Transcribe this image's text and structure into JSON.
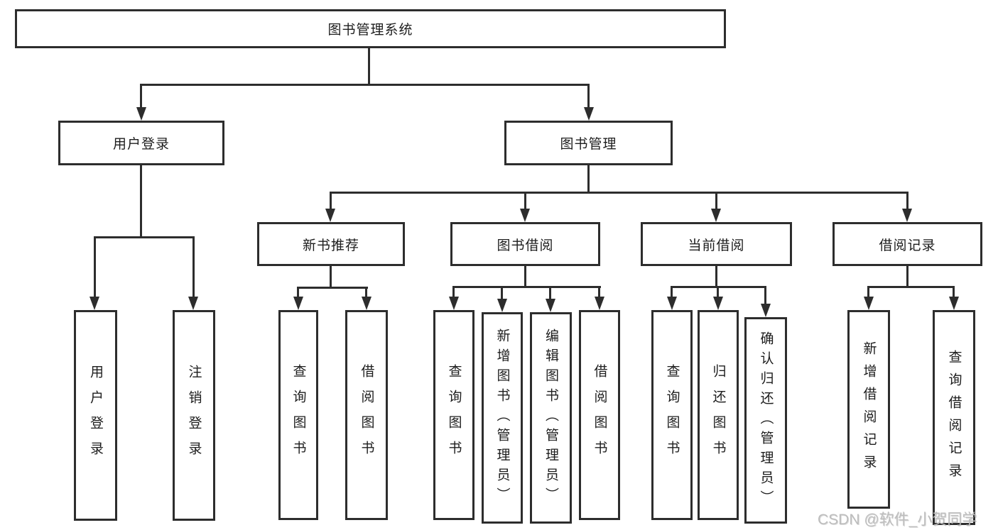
{
  "diagram": {
    "kind": "functional-structure-chart",
    "title": "图书管理系统"
  },
  "colors": {
    "line": "#2d2d2d",
    "box_border": "#2d2d2d",
    "box_fill": "#ffffff",
    "text": "#1d1d1d",
    "watermark": "#bdbdbd",
    "background": "#ffffff"
  },
  "tree": {
    "label": "图书管理系统",
    "children": [
      {
        "label": "用户登录",
        "children": [
          {
            "label": "用户登录"
          },
          {
            "label": "注销登录"
          }
        ]
      },
      {
        "label": "图书管理",
        "children": [
          {
            "label": "新书推荐",
            "children": [
              {
                "label": "查询图书"
              },
              {
                "label": "借阅图书"
              }
            ]
          },
          {
            "label": "图书借阅",
            "children": [
              {
                "label": "查询图书"
              },
              {
                "label": "新增图书（管理员）"
              },
              {
                "label": "编辑图书（管理员）"
              },
              {
                "label": "借阅图书"
              }
            ]
          },
          {
            "label": "当前借阅",
            "children": [
              {
                "label": "查询图书"
              },
              {
                "label": "归还图书"
              },
              {
                "label": "确认归还（管理员）"
              }
            ]
          },
          {
            "label": "借阅记录",
            "children": [
              {
                "label": "新增借阅记录"
              },
              {
                "label": "查询借阅记录"
              }
            ]
          }
        ]
      }
    ]
  },
  "watermark": {
    "text": "CSDN @软件_小贺同学"
  }
}
